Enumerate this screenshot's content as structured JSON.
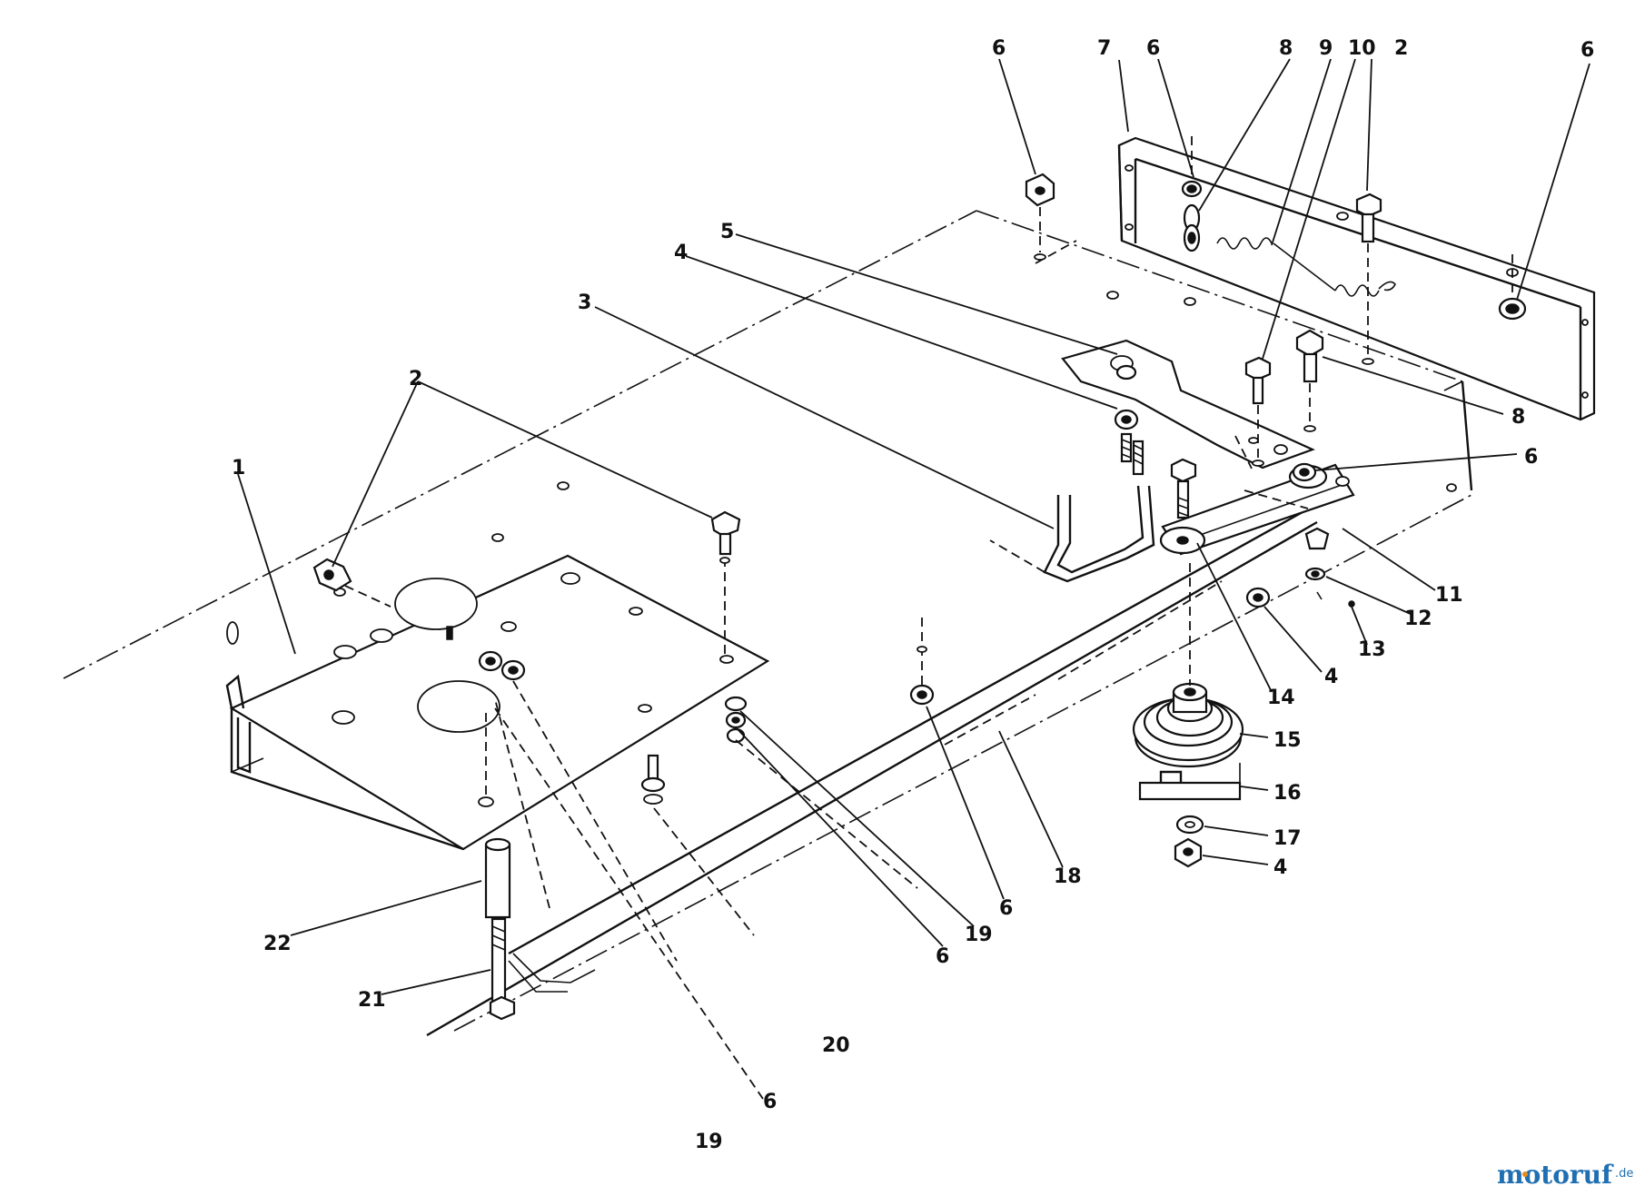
{
  "callouts": {
    "c1": "1",
    "c2_left": "2",
    "c2_top": "2",
    "c3": "3",
    "c4_top": "4",
    "c4_mid": "4",
    "c4_bottom": "4",
    "c5": "5",
    "c6_top_left": "6",
    "c6_top_mid": "6",
    "c6_top_right": "6",
    "c6_right": "6",
    "c6_lower_mid": "6",
    "c6_lower": "6",
    "c6_bottom": "6",
    "c7": "7",
    "c8_top": "8",
    "c8_right": "8",
    "c9": "9",
    "c10": "10",
    "c11": "11",
    "c12": "12",
    "c13": "13",
    "c14": "14",
    "c15": "15",
    "c16": "16",
    "c17": "17",
    "c18": "18",
    "c19_mid": "19",
    "c19_bottom": "19",
    "c20": "20",
    "c21": "21",
    "c22": "22"
  },
  "watermark": {
    "brand": "motoruf",
    "suffix": ".de",
    "colors": {
      "m": "#1f6fb2",
      "o1": "#e8891c",
      "rest": "#1f6fb2",
      "accent": "#e8891c"
    }
  }
}
